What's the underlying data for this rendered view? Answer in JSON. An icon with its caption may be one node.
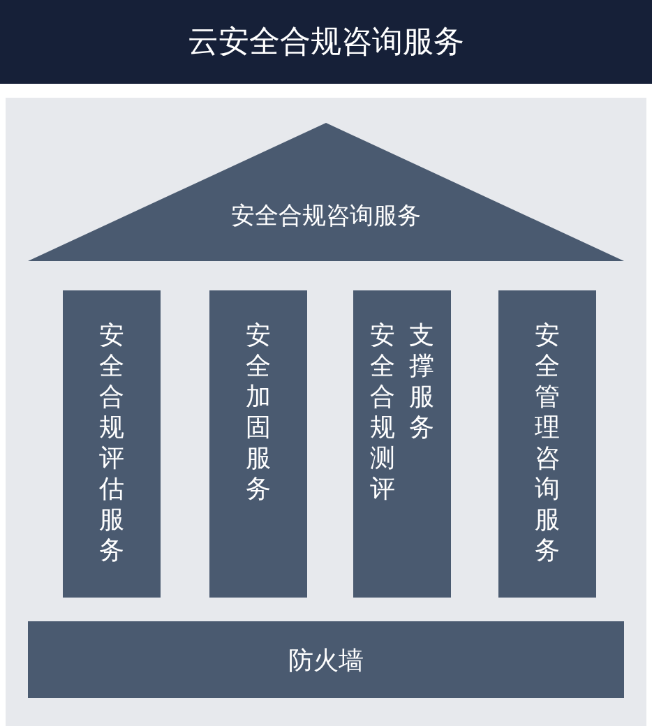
{
  "diagram": {
    "title": "云安全合规咨询服务",
    "nodes": [
      {
        "text": [
          "安全合规咨询服务"
        ]
      },
      {
        "text": [
          "安全合规评估服务"
        ]
      },
      {
        "text": [
          "安全加固服务"
        ]
      },
      {
        "text": [
          "安全合规测评支撑服务"
        ]
      },
      {
        "text": [
          "安全管理咨询服务"
        ]
      },
      {
        "text": [
          "防火墙"
        ]
      }
    ]
  }
}
